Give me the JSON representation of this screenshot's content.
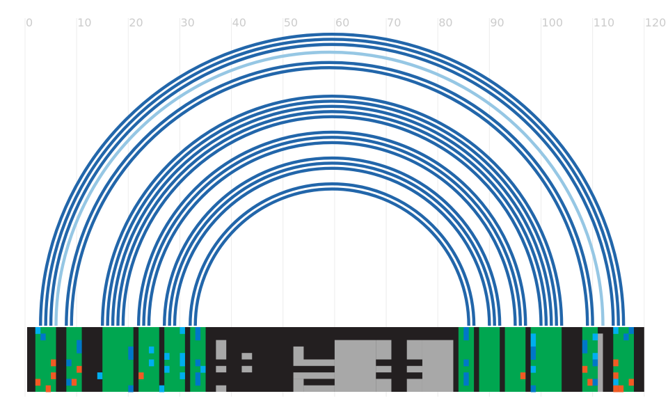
{
  "chart_data": {
    "type": "arc",
    "axis": {
      "min": 0,
      "max": 120,
      "ticks": [
        0,
        10,
        20,
        30,
        40,
        50,
        60,
        70,
        80,
        90,
        100,
        110,
        120
      ],
      "tick_labels": [
        "0",
        "10",
        "20",
        "30",
        "40",
        "50",
        "60",
        "70",
        "80",
        "90",
        "100",
        "110",
        "120"
      ]
    },
    "colors": {
      "arc": "#2266aa",
      "arc_highlight": "#96c7e4",
      "grid": "#ececec",
      "tick_text": "#cccccc",
      "track_background": "#231f20",
      "pairing": "#00a650",
      "accent_blue": "#0077c8",
      "accent_cyan": "#00aeef",
      "accent_orange": "#f15a24",
      "unpaired": "#a8a8a8"
    },
    "arcs": [
      {
        "start": 3,
        "end": 116,
        "highlight": false
      },
      {
        "start": 4,
        "end": 115,
        "highlight": false
      },
      {
        "start": 5,
        "end": 114,
        "highlight": false
      },
      {
        "start": 6,
        "end": 112,
        "highlight": true
      },
      {
        "start": 8,
        "end": 110,
        "highlight": false
      },
      {
        "start": 9,
        "end": 109,
        "highlight": false
      },
      {
        "start": 15,
        "end": 104,
        "highlight": false
      },
      {
        "start": 16,
        "end": 103,
        "highlight": false
      },
      {
        "start": 17,
        "end": 102,
        "highlight": false
      },
      {
        "start": 18,
        "end": 101,
        "highlight": false
      },
      {
        "start": 19,
        "end": 100,
        "highlight": false
      },
      {
        "start": 22,
        "end": 97,
        "highlight": false
      },
      {
        "start": 23,
        "end": 96,
        "highlight": false
      },
      {
        "start": 24,
        "end": 95,
        "highlight": false
      },
      {
        "start": 27,
        "end": 92,
        "highlight": false
      },
      {
        "start": 28,
        "end": 91,
        "highlight": false
      },
      {
        "start": 29,
        "end": 90,
        "highlight": false
      },
      {
        "start": 32,
        "end": 87,
        "highlight": false
      },
      {
        "start": 33,
        "end": 86,
        "highlight": false
      }
    ],
    "track": {
      "range": [
        0,
        120
      ],
      "paired_segments": [
        [
          2,
          6
        ],
        [
          8,
          11
        ],
        [
          15,
          21
        ],
        [
          22,
          26
        ],
        [
          27,
          31
        ],
        [
          32,
          35
        ],
        [
          84,
          87
        ],
        [
          88,
          92
        ],
        [
          93,
          97
        ],
        [
          98,
          104
        ],
        [
          108,
          111
        ],
        [
          114,
          118
        ]
      ],
      "accent_cells": [
        {
          "pos": 2.5,
          "row": 0,
          "color": "accent_cyan"
        },
        {
          "pos": 3.5,
          "row": 1,
          "color": "accent_blue"
        },
        {
          "pos": 5.5,
          "row": 5,
          "color": "accent_orange"
        },
        {
          "pos": 5.5,
          "row": 7,
          "color": "accent_orange"
        },
        {
          "pos": 2.5,
          "row": 8,
          "color": "accent_orange"
        },
        {
          "pos": 4.5,
          "row": 9,
          "color": "accent_orange"
        },
        {
          "pos": 10.5,
          "row": 2,
          "color": "accent_blue"
        },
        {
          "pos": 10.5,
          "row": 3,
          "color": "accent_blue"
        },
        {
          "pos": 8.5,
          "row": 5,
          "color": "accent_blue"
        },
        {
          "pos": 10.5,
          "row": 6,
          "color": "accent_orange"
        },
        {
          "pos": 9.5,
          "row": 8,
          "color": "accent_orange"
        },
        {
          "pos": 8.5,
          "row": 8,
          "color": "accent_blue"
        },
        {
          "pos": 20.5,
          "row": 3,
          "color": "accent_blue"
        },
        {
          "pos": 20.5,
          "row": 4,
          "color": "accent_blue"
        },
        {
          "pos": 14.5,
          "row": 7,
          "color": "accent_cyan"
        },
        {
          "pos": 20.5,
          "row": 9,
          "color": "accent_blue"
        },
        {
          "pos": 24.5,
          "row": 3,
          "color": "accent_cyan"
        },
        {
          "pos": 24.5,
          "row": 5,
          "color": "accent_cyan"
        },
        {
          "pos": 22.5,
          "row": 7,
          "color": "accent_orange"
        },
        {
          "pos": 26.5,
          "row": 9,
          "color": "accent_cyan"
        },
        {
          "pos": 27.5,
          "row": 4,
          "color": "accent_cyan"
        },
        {
          "pos": 30.5,
          "row": 4,
          "color": "accent_cyan"
        },
        {
          "pos": 30.5,
          "row": 5,
          "color": "accent_cyan"
        },
        {
          "pos": 27.5,
          "row": 6,
          "color": "accent_cyan"
        },
        {
          "pos": 30.5,
          "row": 7,
          "color": "accent_cyan"
        },
        {
          "pos": 30.5,
          "row": 0,
          "color": "accent_cyan"
        },
        {
          "pos": 33.5,
          "row": 0,
          "color": "accent_blue"
        },
        {
          "pos": 33.5,
          "row": 1,
          "color": "accent_blue"
        },
        {
          "pos": 33.5,
          "row": 5,
          "color": "accent_blue"
        },
        {
          "pos": 34.5,
          "row": 6,
          "color": "accent_cyan"
        },
        {
          "pos": 33.5,
          "row": 7,
          "color": "accent_blue"
        },
        {
          "pos": 33.5,
          "row": 8,
          "color": "accent_blue"
        },
        {
          "pos": 85.5,
          "row": 0,
          "color": "accent_blue"
        },
        {
          "pos": 85.5,
          "row": 1,
          "color": "accent_blue"
        },
        {
          "pos": 85.5,
          "row": 5,
          "color": "accent_blue"
        },
        {
          "pos": 85.5,
          "row": 7,
          "color": "accent_blue"
        },
        {
          "pos": 85.5,
          "row": 8,
          "color": "accent_blue"
        },
        {
          "pos": 98.5,
          "row": 1,
          "color": "accent_cyan"
        },
        {
          "pos": 98.5,
          "row": 2,
          "color": "accent_cyan"
        },
        {
          "pos": 98.5,
          "row": 3,
          "color": "accent_blue"
        },
        {
          "pos": 98.5,
          "row": 4,
          "color": "accent_blue"
        },
        {
          "pos": 98.5,
          "row": 6,
          "color": "accent_cyan"
        },
        {
          "pos": 96.5,
          "row": 7,
          "color": "accent_orange"
        },
        {
          "pos": 98.5,
          "row": 9,
          "color": "accent_blue"
        },
        {
          "pos": 108.5,
          "row": 2,
          "color": "accent_blue"
        },
        {
          "pos": 108.5,
          "row": 3,
          "color": "accent_blue"
        },
        {
          "pos": 110.5,
          "row": 1,
          "color": "accent_cyan"
        },
        {
          "pos": 110.5,
          "row": 4,
          "color": "accent_cyan"
        },
        {
          "pos": 110.5,
          "row": 5,
          "color": "accent_blue"
        },
        {
          "pos": 108.5,
          "row": 6,
          "color": "accent_orange"
        },
        {
          "pos": 109.5,
          "row": 8,
          "color": "accent_orange"
        },
        {
          "pos": 110.5,
          "row": 8,
          "color": "accent_blue"
        },
        {
          "pos": 114.5,
          "row": 0,
          "color": "accent_cyan"
        },
        {
          "pos": 117.5,
          "row": 0,
          "color": "accent_blue"
        },
        {
          "pos": 116.5,
          "row": 1,
          "color": "accent_blue"
        },
        {
          "pos": 114.5,
          "row": 5,
          "color": "accent_orange"
        },
        {
          "pos": 114.5,
          "row": 7,
          "color": "accent_orange"
        },
        {
          "pos": 114.5,
          "row": 8,
          "color": "accent_cyan"
        },
        {
          "pos": 117.5,
          "row": 8,
          "color": "accent_orange"
        },
        {
          "pos": 114.5,
          "row": 9,
          "color": "accent_orange"
        },
        {
          "pos": 115.5,
          "row": 9,
          "color": "accent_orange"
        }
      ],
      "gap_bars": [
        {
          "start": 111,
          "end": 112,
          "row_start": 1,
          "row_end": 10
        }
      ],
      "unpaired_blocks": [
        {
          "start": 37,
          "end": 39,
          "row_start": 2,
          "row_end": 5
        },
        {
          "start": 37,
          "end": 39,
          "row_start": 6,
          "row_end": 7
        },
        {
          "start": 37,
          "end": 39,
          "row_start": 9,
          "row_end": 10
        },
        {
          "start": 42,
          "end": 44,
          "row_start": 4,
          "row_end": 5
        },
        {
          "start": 42,
          "end": 44,
          "row_start": 6,
          "row_end": 7
        },
        {
          "start": 52,
          "end": 54,
          "row_start": 3,
          "row_end": 5
        },
        {
          "start": 52,
          "end": 60,
          "row_start": 5,
          "row_end": 6
        },
        {
          "start": 52,
          "end": 60,
          "row_start": 7,
          "row_end": 8
        },
        {
          "start": 52,
          "end": 54,
          "row_start": 8,
          "row_end": 10
        },
        {
          "start": 54,
          "end": 60,
          "row_start": 9,
          "row_end": 10
        },
        {
          "start": 60,
          "end": 68,
          "row_start": 2,
          "row_end": 10
        },
        {
          "start": 68,
          "end": 71,
          "row_start": 2,
          "row_end": 5
        },
        {
          "start": 68,
          "end": 71,
          "row_start": 6,
          "row_end": 7
        },
        {
          "start": 68,
          "end": 71,
          "row_start": 8,
          "row_end": 10
        },
        {
          "start": 74,
          "end": 77,
          "row_start": 2,
          "row_end": 5
        },
        {
          "start": 74,
          "end": 77,
          "row_start": 6,
          "row_end": 7
        },
        {
          "start": 74,
          "end": 77,
          "row_start": 8,
          "row_end": 10
        },
        {
          "start": 77,
          "end": 83,
          "row_start": 2,
          "row_end": 10
        }
      ]
    }
  }
}
